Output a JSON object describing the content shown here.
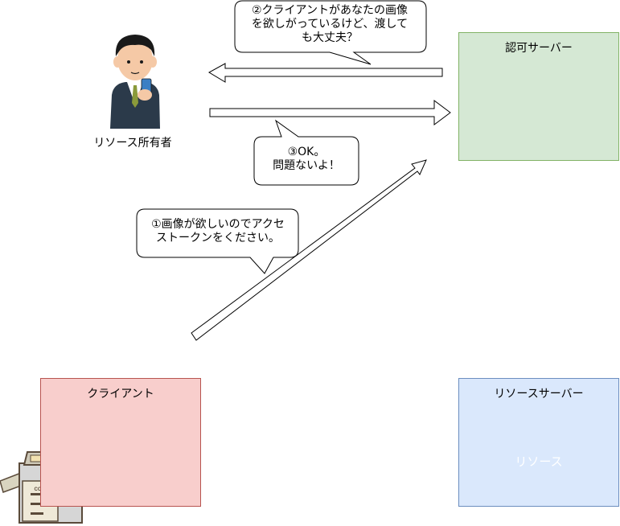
{
  "auth_server": {
    "label": "認可サーバー"
  },
  "client": {
    "label": "クライアント"
  },
  "resource_server": {
    "label": "リソースサーバー",
    "db_label": "リソース"
  },
  "resource_owner": {
    "label": "リソース所有者"
  },
  "bubbles": {
    "step1": {
      "line1": "①画像が欲しいのでアクセ",
      "line2": "ストークンをください。"
    },
    "step2": {
      "line1": "②クライアントがあなたの画像",
      "line2": "を欲しがっているけど、渡して",
      "line3": "も大丈夫？"
    },
    "step3": {
      "line1": "③OK。",
      "line2": "問題ないよ！"
    }
  },
  "copier": {
    "label": "COPY"
  }
}
